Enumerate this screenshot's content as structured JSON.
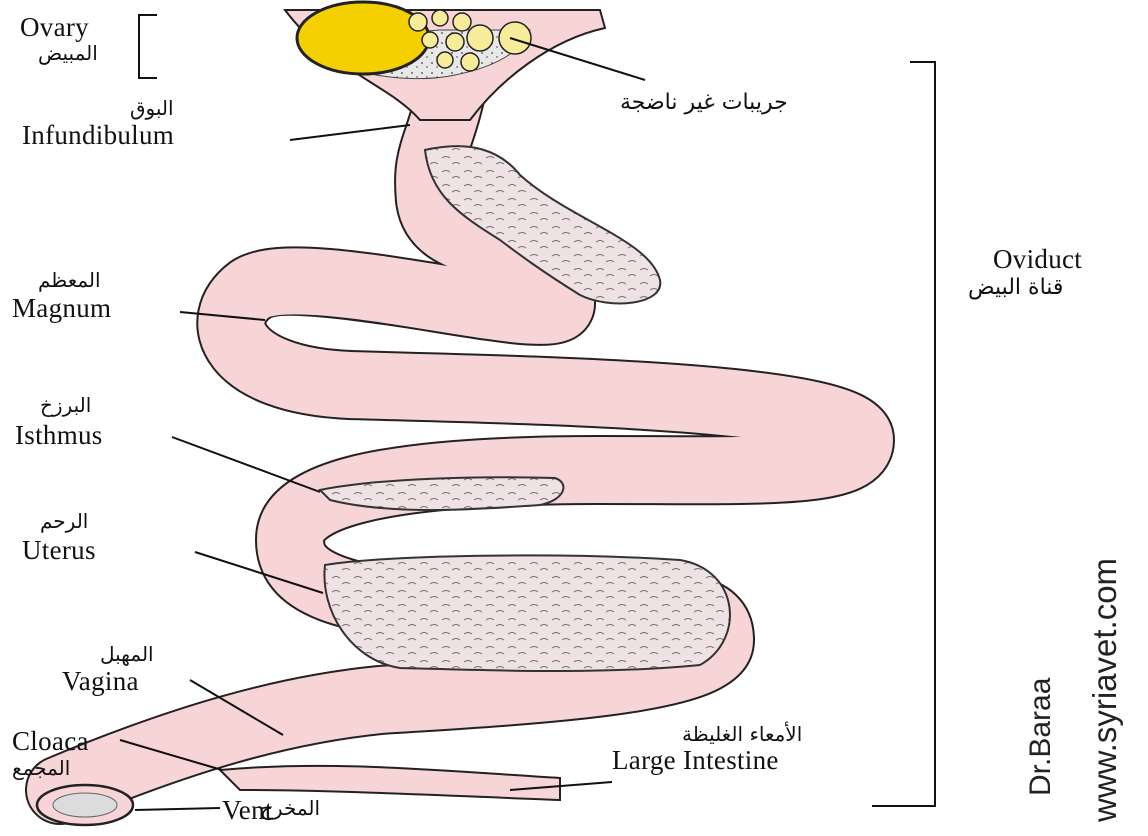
{
  "labels": {
    "ovary_en": "Ovary",
    "ovary_ar": "المبيض",
    "follicles_ar": "جريبات غير ناضجة",
    "infundibulum_ar": "البوق",
    "infundibulum_en": "Infundibulum",
    "oviduct_en": "Oviduct",
    "oviduct_ar": "قناة البيض",
    "magnum_ar": "المعظم",
    "magnum_en": "Magnum",
    "isthmus_ar": "البرزخ",
    "isthmus_en": "Isthmus",
    "uterus_ar": "الرحم",
    "uterus_en": "Uterus",
    "vagina_ar": "المهبل",
    "vagina_en": "Vagina",
    "cloaca_en": "Cloaca",
    "cloaca_ar": "المجمع",
    "vent_ar": "المخرج",
    "vent_en": "Vent",
    "large_intestine_ar": "الأمعاء الغليظة",
    "large_intestine_en": "Large Intestine"
  },
  "credits": {
    "author": "Dr.Baraa",
    "site": "www.syriavet.com"
  },
  "colors": {
    "tract": "#f7d4d6",
    "tract_outline": "#222222",
    "ovary": "#f5d000",
    "follicle": "#f6ec9a",
    "egg_mass": "#efe4e6"
  }
}
